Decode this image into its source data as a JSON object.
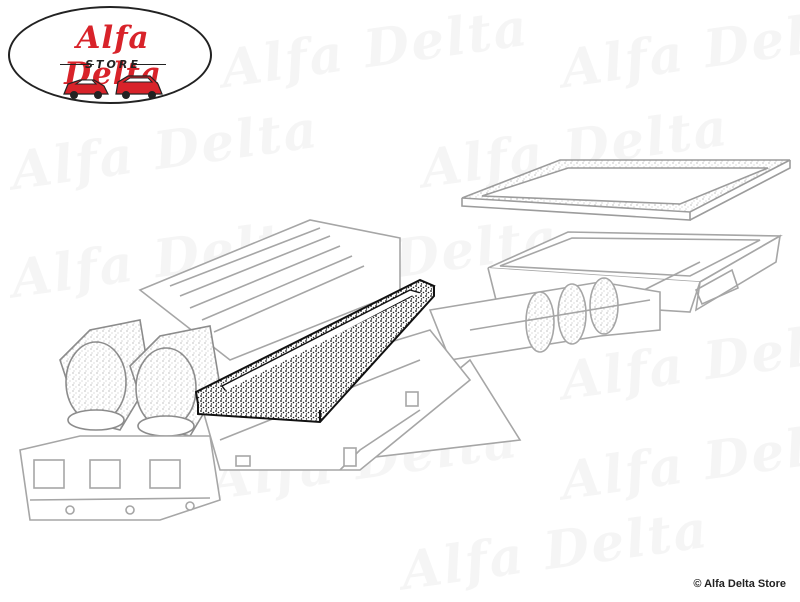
{
  "logo": {
    "title": "Alfa Delta",
    "subtitle": "STORE",
    "brand_color": "#d8232a"
  },
  "watermark": {
    "text": "Alfa Delta"
  },
  "copyright": "© Alfa Delta Store",
  "colors": {
    "outline": "#b8b8b8",
    "highlight": "#1a1a1a",
    "background": "#ffffff"
  },
  "illustration": {
    "subject": "air filter element",
    "icons": [
      "air-filter-icon",
      "airbox-housing-icon",
      "airbox-lid-icon",
      "gasket-icon",
      "intake-trumpet-icon",
      "engine-block-icon"
    ]
  }
}
